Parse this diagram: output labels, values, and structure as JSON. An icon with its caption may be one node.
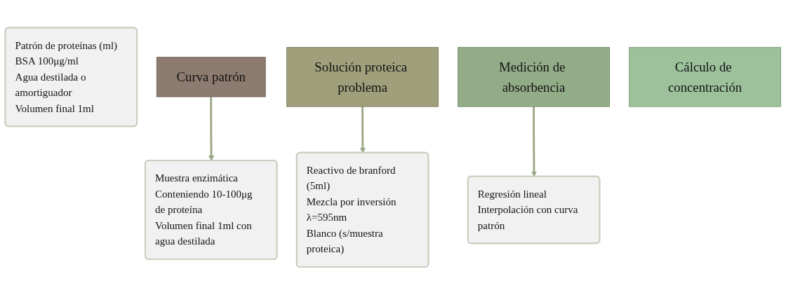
{
  "diagram": {
    "nodes": [
      {
        "text": [
          "Patrón de proteínas (ml) BSA 100μg/ml",
          "Agua destilada o amortiguador",
          "Volumen final 1ml"
        ]
      },
      {
        "text": [
          "Curva patrón"
        ]
      },
      {
        "text": [
          "Muestra enzimática",
          "Conteniendo 10-100μg de proteína",
          "Volumen final 1ml con agua destilada"
        ]
      },
      {
        "text": [
          "Solución proteica problema"
        ]
      },
      {
        "text": [
          "Reactivo de branford (5ml)",
          "Mezcla por inversión",
          "λ=595nm",
          "Blanco (s/muestra proteica)"
        ]
      },
      {
        "text": [
          "Medición de absorbencia"
        ]
      },
      {
        "text": [
          "Regresión lineal",
          "Interpolación con curva patrón"
        ]
      },
      {
        "text": [
          "Cálculo de concentración"
        ]
      }
    ],
    "edges": [
      {
        "from": 1,
        "to": 2,
        "arrow": "to"
      },
      {
        "from": 3,
        "to": 4,
        "arrow": "to"
      },
      {
        "from": 5,
        "to": 6,
        "arrow": "to"
      }
    ]
  }
}
